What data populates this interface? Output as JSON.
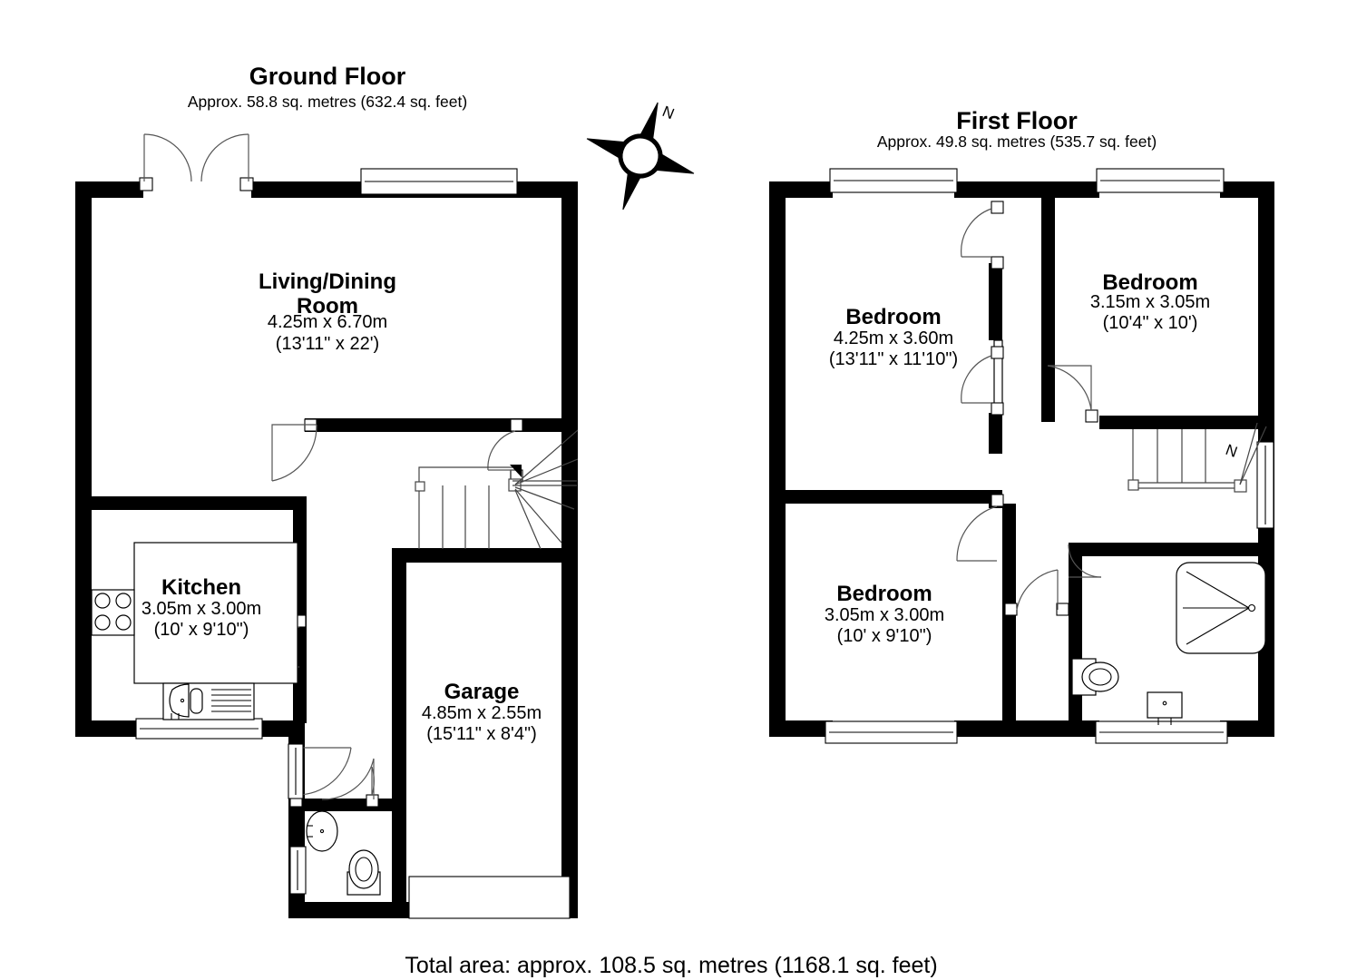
{
  "document": {
    "kind": "floor-plan",
    "background_color": "#ffffff",
    "ink_color": "#000000"
  },
  "ground_floor": {
    "title": "Ground Floor",
    "area_text": "Approx. 58.8 sq. metres (632.4 sq. feet)",
    "rooms": [
      {
        "name": "Living/Dining",
        "name_line2": "Room",
        "dim_metric": "4.25m x 6.70m",
        "dim_imperial": "(13'11\" x 22')"
      },
      {
        "name": "Kitchen",
        "name_line2": "",
        "dim_metric": "3.05m x 3.00m",
        "dim_imperial": "(10' x 9'10\")"
      },
      {
        "name": "Garage",
        "name_line2": "",
        "dim_metric": "4.85m x 2.55m",
        "dim_imperial": "(15'11\" x 8'4\")"
      }
    ]
  },
  "first_floor": {
    "title": "First Floor",
    "area_text": "Approx. 49.8 sq. metres (535.7 sq. feet)",
    "rooms": [
      {
        "name": "Bedroom",
        "name_line2": "",
        "dim_metric": "4.25m x 3.60m",
        "dim_imperial": "(13'11\" x 11'10\")"
      },
      {
        "name": "Bedroom",
        "name_line2": "",
        "dim_metric": "3.15m x 3.05m",
        "dim_imperial": "(10'4\" x 10')"
      },
      {
        "name": "Bedroom",
        "name_line2": "",
        "dim_metric": "3.05m x 3.00m",
        "dim_imperial": "(10' x 9'10\")"
      }
    ]
  },
  "compass": {
    "label": "N",
    "icon": "compass-rose-icon"
  },
  "footer": {
    "total_area": "Total area: approx. 108.5 sq. metres (1168.1 sq. feet)"
  },
  "icons": {
    "hob": "hob-icon",
    "sink": "sink-icon",
    "basin": "basin-icon",
    "toilet": "toilet-icon",
    "bath": "bath-icon",
    "stairs": "stairs-icon",
    "window": "window-icon",
    "door": "door-icon",
    "french_door": "french-door-icon"
  }
}
